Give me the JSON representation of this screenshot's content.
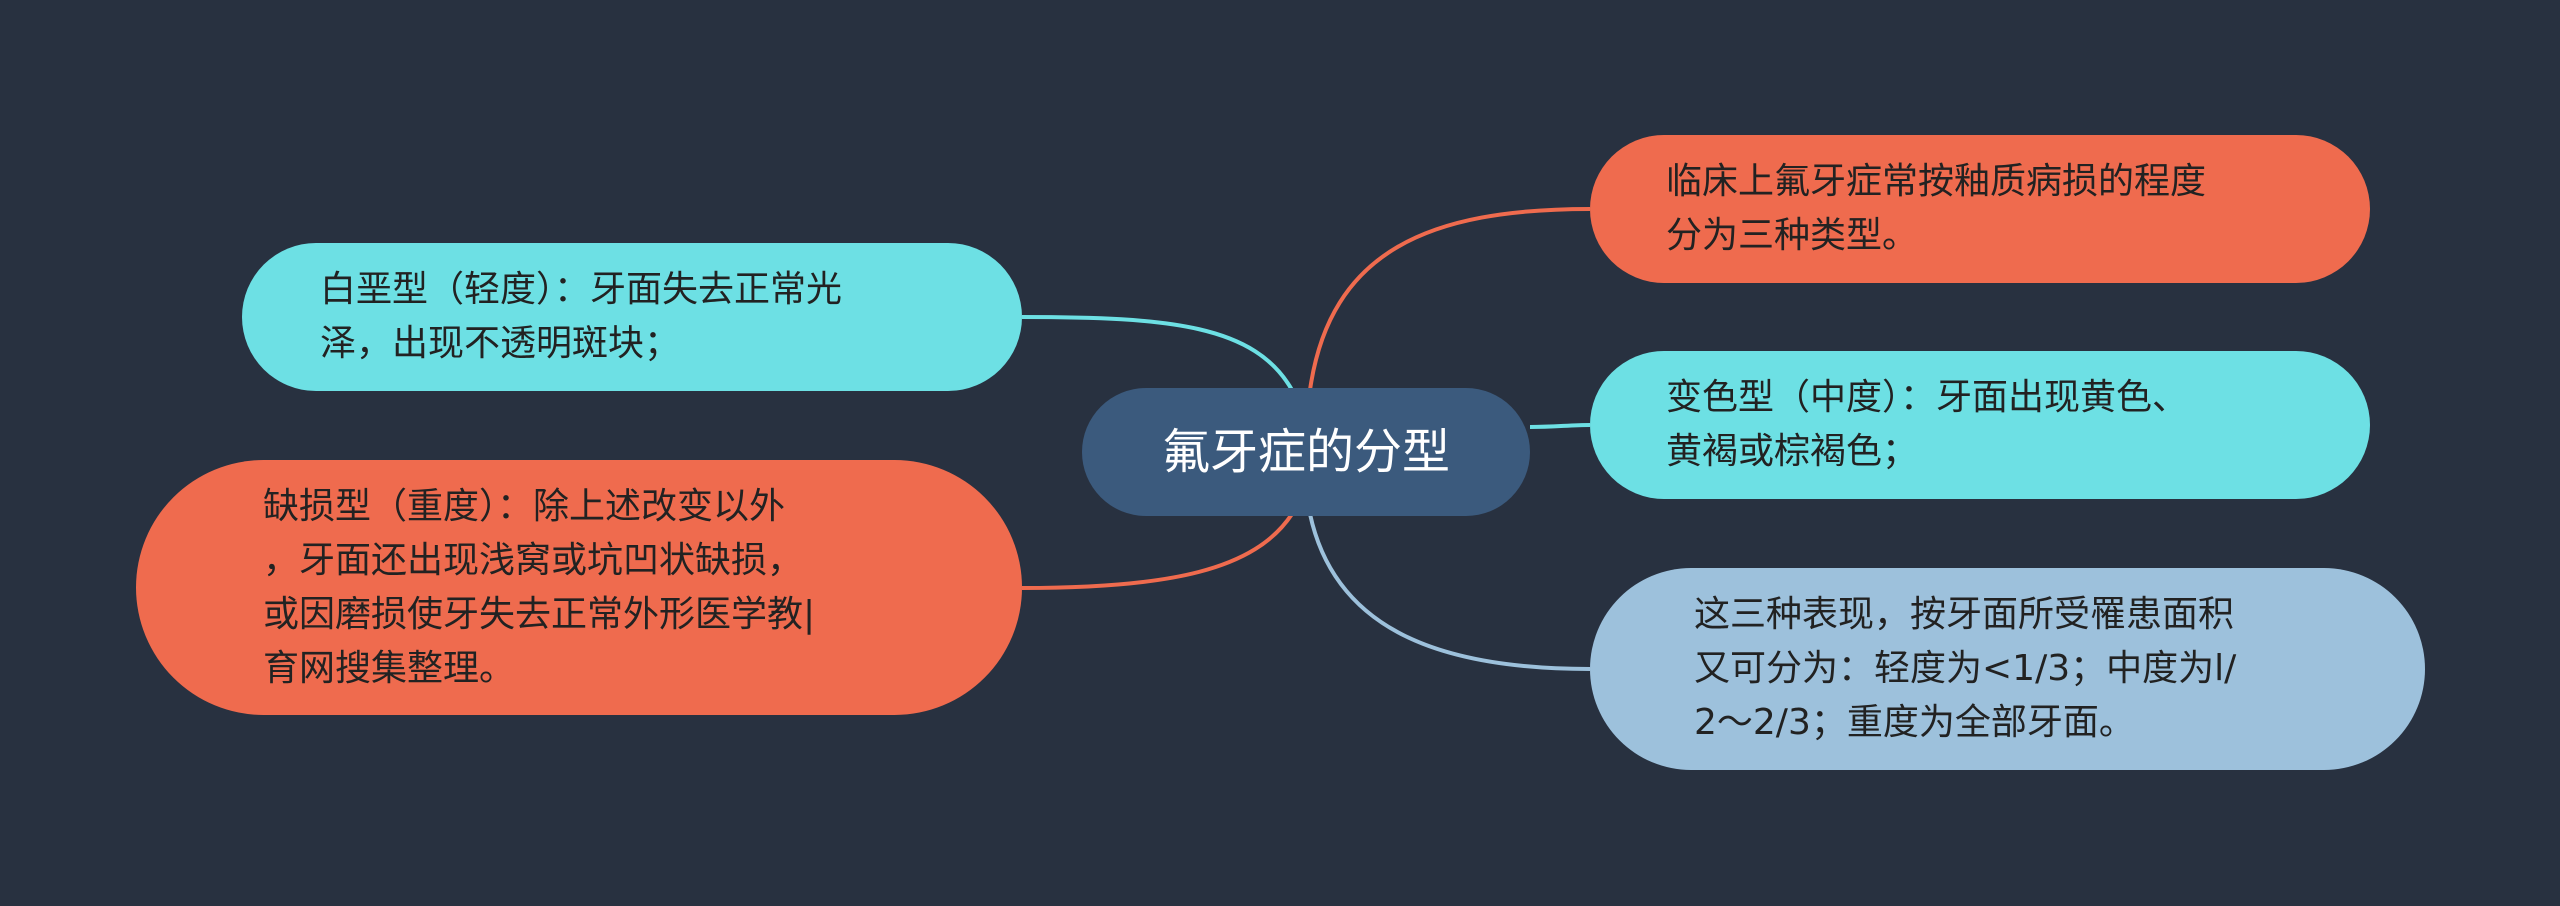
{
  "diagram": {
    "center": {
      "label": "氟牙症的分型"
    },
    "branches": [
      {
        "id": "r1",
        "side": "right",
        "color": "#ef6b4e",
        "text": "临床上氟牙症常按釉质病损的程度\n分为三种类型。"
      },
      {
        "id": "r2",
        "side": "right",
        "color": "#6de0e4",
        "text": "变色型（中度）：牙面出现黄色、\n黄褐或棕褐色；"
      },
      {
        "id": "r3",
        "side": "right",
        "color": "#9dc1dc",
        "text": "这三种表现，按牙面所受罹患面积\n又可分为：轻度为<1/3；中度为l/\n2～2/3；重度为全部牙面。"
      },
      {
        "id": "l1",
        "side": "left",
        "color": "#6de0e4",
        "text": "白垩型（轻度）：牙面失去正常光\n泽，出现不透明斑块；"
      },
      {
        "id": "l2",
        "side": "left",
        "color": "#ef6b4e",
        "text": "缺损型（重度）：除上述改变以外\n，牙面还出现浅窝或坑凹状缺损，\n或因磨损使牙失去正常外形医学教|\n育网搜集整理。"
      }
    ]
  }
}
